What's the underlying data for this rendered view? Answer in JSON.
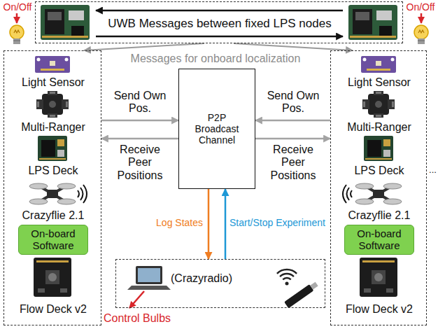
{
  "diagram": {
    "nodes": [
      {
        "text": [
          "UWB Messages between fixed LPS nodes"
        ]
      },
      {
        "text": [
          "Light Sensor",
          "Multi-Ranger",
          "LPS Deck",
          "Crazyflie 2.1",
          "Flow Deck v2"
        ]
      },
      {
        "text": [
          "On-board Software"
        ],
        "in": 1
      },
      {
        "text": [
          "Light Sensor",
          "Multi-Ranger",
          "LPS Deck",
          "Crazyflie 2.1",
          "Flow Deck v2"
        ]
      },
      {
        "text": [
          "On-board Software"
        ],
        "in": 3
      },
      {
        "text": [
          "P2P Broadcast Channel"
        ]
      },
      {
        "text": [
          "(Crazyradio)"
        ]
      }
    ],
    "edges": [
      {
        "from": 0,
        "to": 1,
        "arrow": "to"
      },
      {
        "from": 0,
        "to": 3,
        "arrow": "to"
      },
      {
        "from": 1,
        "to": 5,
        "label": "Send Own Pos.",
        "arrow": "to"
      },
      {
        "from": 5,
        "to": 1,
        "label": "Receive Peer Positions",
        "arrow": "to"
      },
      {
        "from": 3,
        "to": 5,
        "label": "Send Own Pos.",
        "arrow": "to"
      },
      {
        "from": 5,
        "to": 3,
        "label": "Receive Peer Positions",
        "arrow": "to"
      },
      {
        "from": 5,
        "to": 6,
        "label": "Log States",
        "arrow": "to"
      },
      {
        "from": 6,
        "to": 5,
        "label": "Start/Stop Experiment",
        "arrow": "to"
      }
    ],
    "labels": [
      "On/Off",
      "On/Off",
      "Messages for onboard localization",
      "Control Bulbs",
      "..."
    ]
  }
}
